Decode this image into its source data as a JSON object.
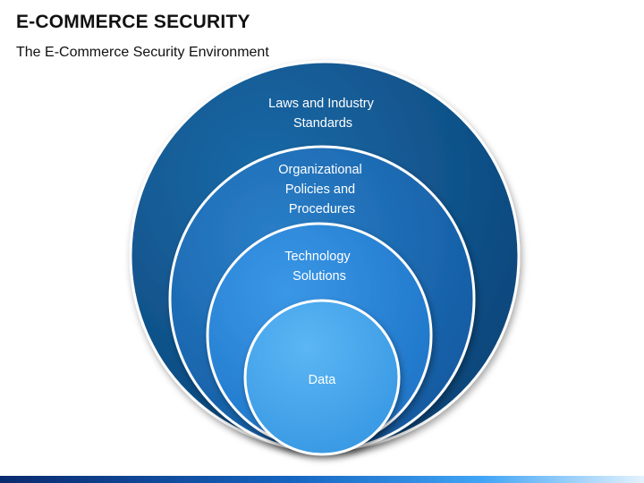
{
  "header": {
    "title": "E-COMMERCE SECURITY",
    "subtitle": "The E-Commerce Security Environment"
  },
  "diagram": {
    "rings": [
      {
        "lines": [
          "Laws and Industry",
          "Standards"
        ],
        "fill": "#0d4f86"
      },
      {
        "lines": [
          "Organizational",
          "Policies and",
          "Procedures"
        ],
        "fill": "#1565b0"
      },
      {
        "lines": [
          "Technology",
          "Solutions"
        ],
        "fill": "#2080d6"
      },
      {
        "lines": [
          "Data"
        ],
        "fill": "#3ea3ee"
      }
    ]
  },
  "colors": {
    "ring_outline": "#ffffff",
    "footer_gradient": [
      "#0a2a6e",
      "#1565c0",
      "#42a5f5",
      "#e3f2fd"
    ]
  }
}
